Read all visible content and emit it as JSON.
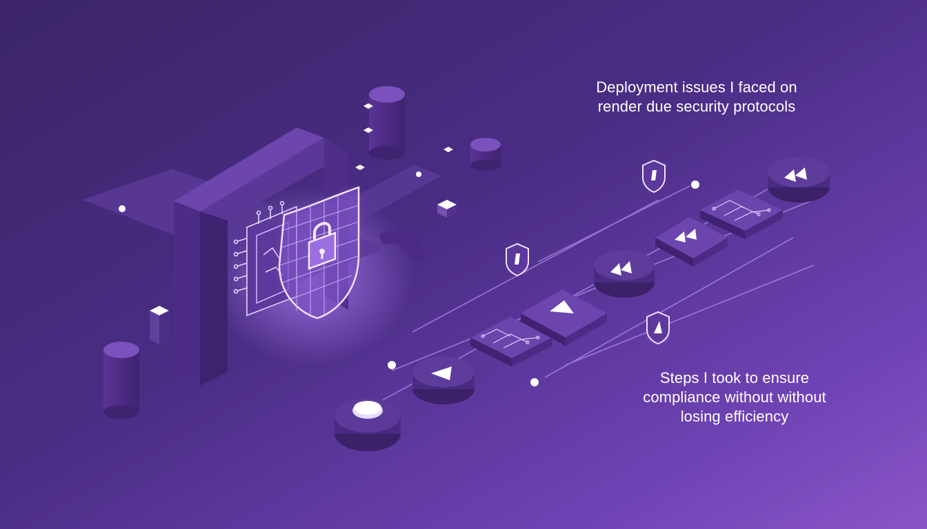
{
  "captions": {
    "top": [
      "Deployment issues I faced on",
      "render due security protocols"
    ],
    "bottom": [
      "Steps I took to ensure",
      "compliance without without",
      "losing efficiency"
    ]
  },
  "colors": {
    "background_start": "#3b2567",
    "background_end": "#8a55c7",
    "block_top": "#6a43a8",
    "block_side": "#45287a",
    "glow": "#b07cff",
    "text": "#ffffff"
  },
  "icons": [
    "shield-lock-icon",
    "circuit-chip-icon",
    "database-cylinder-icon",
    "play-icon",
    "fast-forward-icon",
    "circuit-board-icon",
    "small-shield-icon"
  ]
}
